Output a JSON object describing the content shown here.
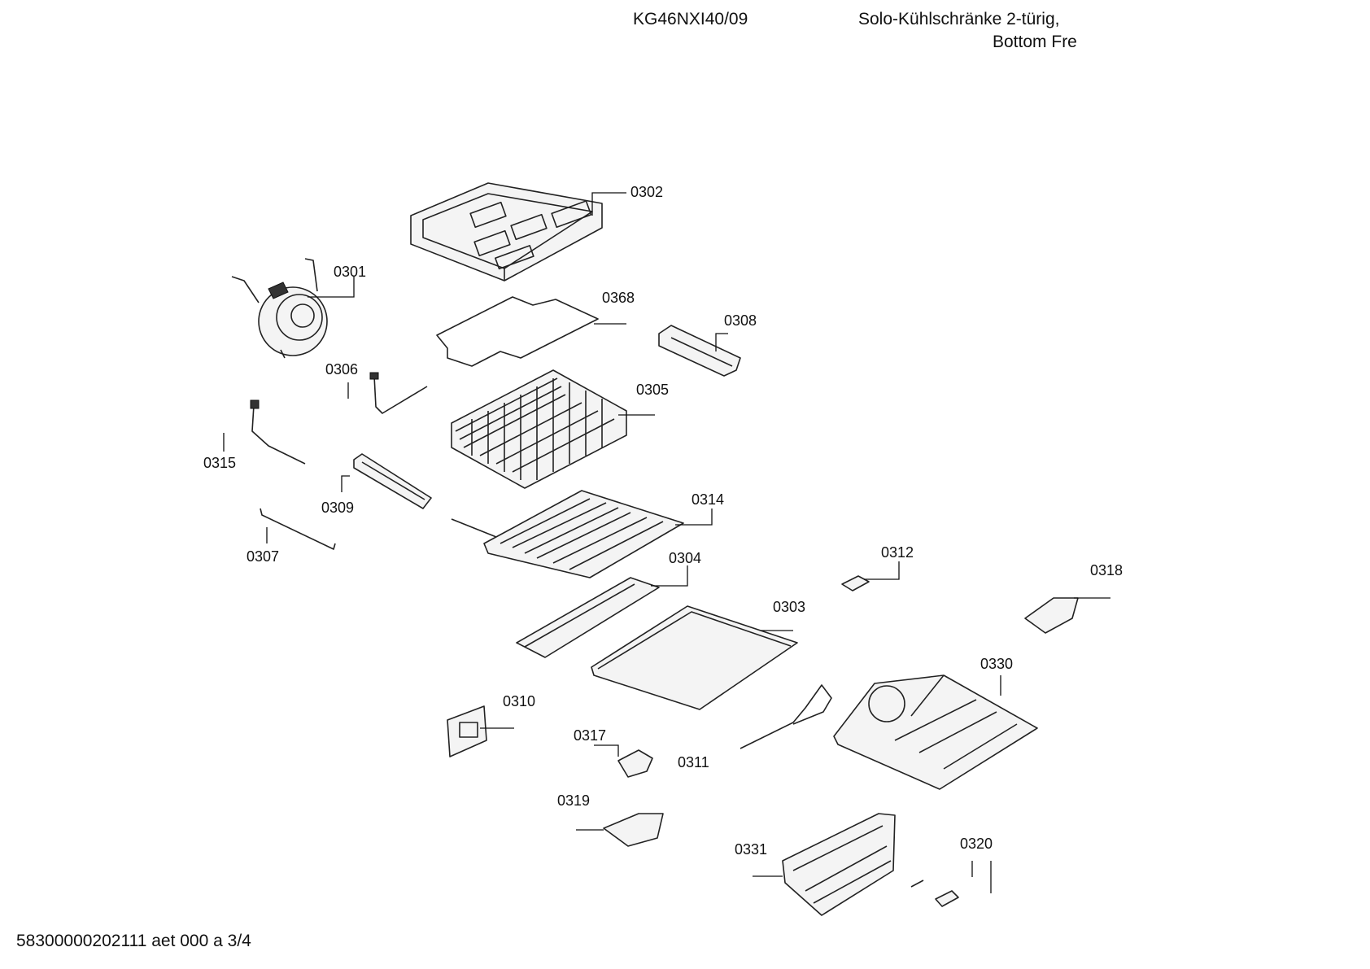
{
  "header": {
    "model": "KG46NXI40/09",
    "description_line1": "Solo-Kühlschränke 2-türig,",
    "description_line2": "Bottom Fre"
  },
  "footer": {
    "document_code": "58300000202111 aet 000 a 3/4"
  },
  "parts": {
    "p0301": "0301",
    "p0302": "0302",
    "p0303": "0303",
    "p0304": "0304",
    "p0305": "0305",
    "p0306": "0306",
    "p0307": "0307",
    "p0308": "0308",
    "p0309": "0309",
    "p0310": "0310",
    "p0311": "0311",
    "p0312": "0312",
    "p0314": "0314",
    "p0315": "0315",
    "p0317": "0317",
    "p0318": "0318",
    "p0319": "0319",
    "p0320": "0320",
    "p0330": "0330",
    "p0331": "0331",
    "p0368": "0368"
  }
}
